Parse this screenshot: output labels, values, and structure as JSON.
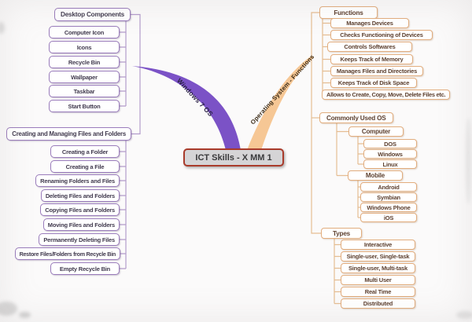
{
  "title": "ICT Skills - X MM 1",
  "branches": {
    "left": {
      "label": "Windows 7 OS",
      "color": "#7b52c6"
    },
    "right": {
      "label": "Operating System - Functions",
      "color": "#f6c795"
    }
  },
  "left_tree": {
    "sections": [
      {
        "label": "Desktop Components",
        "children": [
          "Computer Icon",
          "Icons",
          "Recycle Bin",
          "Wallpaper",
          "Taskbar",
          "Start Button"
        ]
      },
      {
        "label": "Creating and Managing Files and Folders",
        "children": [
          "Creating a Folder",
          "Creating a File",
          "Renaming Folders and Files",
          "Deleting Files and Folders",
          "Copying Files and Folders",
          "Moving Files and Folders",
          "Permanently Deleting Files",
          "Restore Files/Folders from Recycle Bin",
          "Empty Recycle Bin"
        ]
      }
    ]
  },
  "right_tree": {
    "sections": [
      {
        "label": "Functions",
        "children": [
          "Manages Devices",
          "Checks Functioning of Devices",
          "Controls Softwares",
          "Keeps Track of Memory",
          "Manages Files and Directories",
          "Keeps Track of Disk Space",
          "Allows to Create, Copy, Move, Delete Files etc."
        ]
      },
      {
        "label": "Commonly Used OS",
        "groups": [
          {
            "label": "Computer",
            "children": [
              "DOS",
              "Windows",
              "Linux"
            ]
          },
          {
            "label": "Mobile",
            "children": [
              "Android",
              "Symbian",
              "Windows Phone",
              "iOS"
            ]
          }
        ]
      },
      {
        "label": "Types",
        "children": [
          "Interactive",
          "Single-user, Single-task",
          "Single-user, Multi-task",
          "Multi User",
          "Real Time",
          "Distributed"
        ]
      }
    ]
  },
  "colors": {
    "left_branch": "#7b52c6",
    "right_branch": "#f6c795",
    "left_node_border": "#9a7cbb",
    "right_node_border": "#e2ad7e",
    "center_border": "#a93b2b",
    "center_bg": "#d5d4d6"
  }
}
